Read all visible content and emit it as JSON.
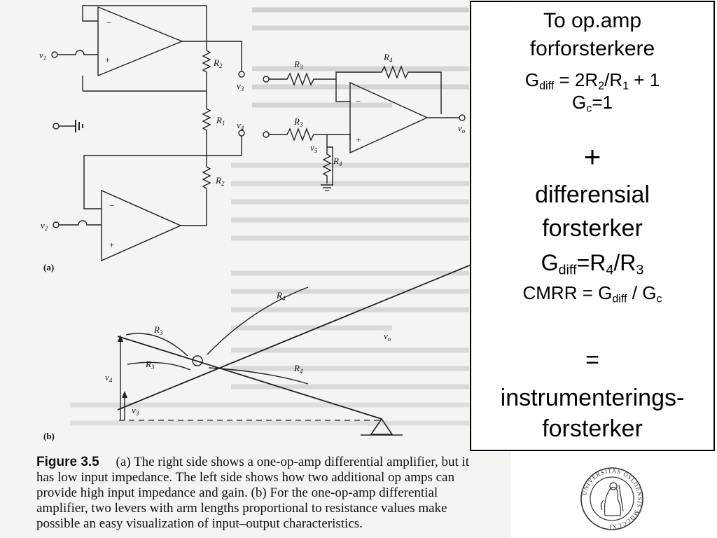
{
  "panel": {
    "title_line1": "To op.amp",
    "title_line2": "forforsterkere",
    "gdiff_formula_lhs": "G",
    "gdiff_formula_sub": "diff",
    "gdiff_formula_mid": " = 2R",
    "gdiff_formula_sub2": "2",
    "gdiff_formula_mid2": "/R",
    "gdiff_formula_sub3": "1",
    "gdiff_formula_rhs": " + 1",
    "gc_lhs": "G",
    "gc_sub": "c",
    "gc_rhs": "=1",
    "plus": "+",
    "diff_line1": "differensial",
    "diff_line2": "forsterker",
    "gdiff2_lhs": "G",
    "gdiff2_sub": "diff",
    "gdiff2_mid": "=R",
    "gdiff2_sub2": "4",
    "gdiff2_mid2": "/R",
    "gdiff2_sub3": "3",
    "cmrr_lhs": "CMRR = G",
    "cmrr_sub": "diff",
    "cmrr_mid": " / G",
    "cmrr_sub2": "c",
    "equals": "=",
    "result_line1": "instrumenterings-",
    "result_line2": "forsterker"
  },
  "figure": {
    "label_a": "(a)",
    "label_b": "(b)",
    "v1": "v",
    "v1_sub": "1",
    "v2": "v",
    "v2_sub": "2",
    "v3": "v",
    "v3_sub": "3",
    "v4": "v",
    "v4_sub": "4",
    "v5": "v",
    "v5_sub": "5",
    "vo": "v",
    "vo_sub": "o",
    "R1": "R",
    "R1_sub": "1",
    "R2": "R",
    "R2_sub": "2",
    "R3": "R",
    "R3_sub": "3",
    "R4": "R",
    "R4_sub": "4",
    "minus": "−",
    "plus": "+"
  },
  "caption": {
    "fig_label": "Figure 3.5",
    "line1": "(a) The right side shows a one-op-amp differential amplifier, but it",
    "line2": "has low input impedance. The left side shows how two additional op amps can",
    "line3": "provide high input impedance and gain. (b) For the one-op-amp differential",
    "line4": "amplifier, two levers with arm lengths proportional to resistance values make",
    "line5": "possible an easy visualization of input–output characteristics."
  },
  "seal": {
    "text": "UNIVERSITAS OSLOENSIS MDCCCXI"
  }
}
